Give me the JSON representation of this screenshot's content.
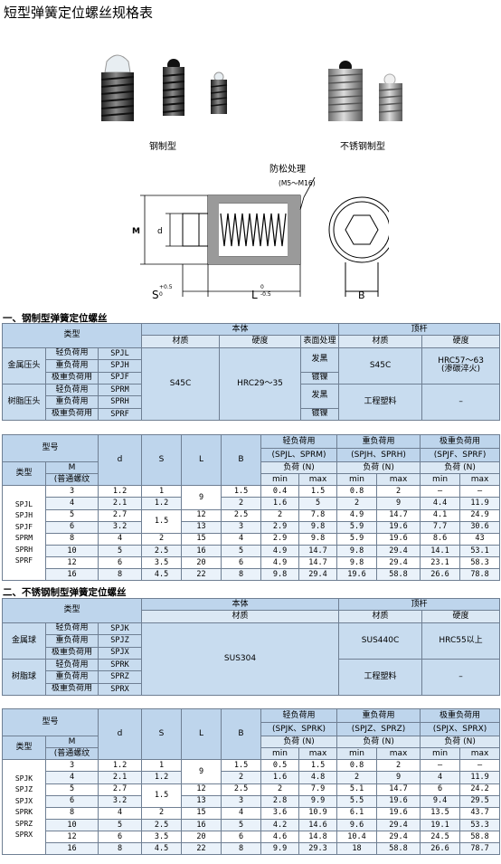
{
  "title": "短型弹簧定位螺丝规格表",
  "photo_captions": {
    "steel": "钢制型",
    "stainless": "不锈钢制型"
  },
  "diagram": {
    "anti_loose": "防松处理",
    "range": "(M5～M16)",
    "M": "M",
    "d": "d",
    "S": "S",
    "S_tol_up": "+0.5",
    "S_tol_dn": "0",
    "L": "L",
    "L_tol_up": "0",
    "L_tol_dn": "-0.5",
    "B": "B"
  },
  "section1": {
    "title": "一、钢制型弹簧定位螺丝",
    "material_table": {
      "type": "类型",
      "body": "本体",
      "pin": "顶杆",
      "material": "材质",
      "hardness": "硬度",
      "surface": "表面处理",
      "groups": [
        {
          "name": "金属压头",
          "rows": [
            [
              "轻负荷用",
              "SPJL"
            ],
            [
              "重负荷用",
              "SPJH"
            ],
            [
              "极重负荷用",
              "SPJF"
            ]
          ]
        },
        {
          "name": "树脂压头",
          "rows": [
            [
              "轻负荷用",
              "SPRM"
            ],
            [
              "重负荷用",
              "SPRH"
            ],
            [
              "极重负荷用",
              "SPRF"
            ]
          ]
        }
      ],
      "body_material": "S45C",
      "body_hardness": "HRC29～35",
      "surface_values": [
        "发黑",
        "镀镍",
        "发黑",
        "镀镍"
      ],
      "pin_material_metal": "S45C",
      "pin_hardness_metal": [
        "HRC57～63",
        "(渗碳淬火)"
      ],
      "pin_material_resin": "工程塑料",
      "pin_hardness_resin": "–"
    },
    "spec_table": {
      "model": "型号",
      "type": "类型",
      "M": "M",
      "M_sub": "(普通螺纹",
      "d": "d",
      "S": "S",
      "L": "L",
      "B": "B",
      "load_light": "轻负荷用",
      "light_codes": "(SPJL、SPRM)",
      "load_heavy": "重负荷用",
      "heavy_codes": "(SPJH、SPRH)",
      "load_xheavy": "极重负荷用",
      "xheavy_codes": "(SPJF、SPRF)",
      "load_unit": "负荷 (N)",
      "min": "min",
      "max": "max",
      "types": [
        "SPJL",
        "SPJH",
        "SPJF",
        "SPRM",
        "SPRH",
        "SPRF"
      ],
      "rows": [
        [
          "3",
          "1.2",
          "1",
          "",
          "1.5",
          "0.4",
          "1.5",
          "0.8",
          "2",
          "–",
          "–"
        ],
        [
          "4",
          "2.1",
          "1.2",
          "",
          "2",
          "1.6",
          "5",
          "2",
          "9",
          "4.4",
          "11.9"
        ],
        [
          "5",
          "2.7",
          "",
          "12",
          "2.5",
          "2",
          "7.8",
          "4.9",
          "14.7",
          "4.1",
          "24.9"
        ],
        [
          "6",
          "3.2",
          "",
          "13",
          "3",
          "2.9",
          "9.8",
          "5.9",
          "19.6",
          "7.7",
          "30.6"
        ],
        [
          "8",
          "4",
          "2",
          "15",
          "4",
          "2.9",
          "9.8",
          "5.9",
          "19.6",
          "8.6",
          "43"
        ],
        [
          "10",
          "5",
          "2.5",
          "16",
          "5",
          "4.9",
          "14.7",
          "9.8",
          "29.4",
          "14.1",
          "53.1"
        ],
        [
          "12",
          "6",
          "3.5",
          "20",
          "6",
          "4.9",
          "14.7",
          "9.8",
          "29.4",
          "23.1",
          "58.3"
        ],
        [
          "16",
          "8",
          "4.5",
          "22",
          "8",
          "9.8",
          "29.4",
          "19.6",
          "58.8",
          "26.6",
          "78.8"
        ]
      ],
      "merged_L": "9",
      "merged_S": "1.5"
    }
  },
  "section2": {
    "title": "二、不锈钢制型弹簧定位螺丝",
    "material_table": {
      "type": "类型",
      "body": "本体",
      "pin": "顶杆",
      "material": "材质",
      "hardness": "硬度",
      "groups": [
        {
          "name": "金属球",
          "rows": [
            [
              "轻负荷用",
              "SPJK"
            ],
            [
              "重负荷用",
              "SPJZ"
            ],
            [
              "极重负荷用",
              "SPJX"
            ]
          ]
        },
        {
          "name": "树脂球",
          "rows": [
            [
              "轻负荷用",
              "SPRK"
            ],
            [
              "重负荷用",
              "SPRZ"
            ],
            [
              "极重负荷用",
              "SPRX"
            ]
          ]
        }
      ],
      "body_material": "SUS304",
      "pin_material_metal": "SUS440C",
      "pin_hardness_metal": "HRC55以上",
      "pin_material_resin": "工程塑料",
      "pin_hardness_resin": "–"
    },
    "spec_table": {
      "model": "型号",
      "type": "类型",
      "M": "M",
      "M_sub": "(普通螺纹",
      "d": "d",
      "S": "S",
      "L": "L",
      "B": "B",
      "load_light": "轻负荷用",
      "light_codes": "(SPJK、SPRK)",
      "load_heavy": "重负荷用",
      "heavy_codes": "(SPJZ、SPRZ)",
      "load_xheavy": "极重负荷用",
      "xheavy_codes": "(SPJX、SPRX)",
      "load_unit": "负荷 (N)",
      "min": "min",
      "max": "max",
      "types": [
        "SPJK",
        "SPJZ",
        "SPJX",
        "SPRK",
        "SPRZ",
        "SPRX"
      ],
      "rows": [
        [
          "3",
          "1.2",
          "1",
          "",
          "1.5",
          "0.5",
          "1.5",
          "0.8",
          "2",
          "–",
          "–"
        ],
        [
          "4",
          "2.1",
          "1.2",
          "",
          "2",
          "1.6",
          "4.8",
          "2",
          "9",
          "4",
          "11.9"
        ],
        [
          "5",
          "2.7",
          "",
          "12",
          "2.5",
          "2",
          "7.9",
          "5.1",
          "14.7",
          "6",
          "24.2"
        ],
        [
          "6",
          "3.2",
          "",
          "13",
          "3",
          "2.8",
          "9.9",
          "5.5",
          "19.6",
          "9.4",
          "29.5"
        ],
        [
          "8",
          "4",
          "2",
          "15",
          "4",
          "3.6",
          "10.9",
          "6.1",
          "19.6",
          "13.5",
          "43.7"
        ],
        [
          "10",
          "5",
          "2.5",
          "16",
          "5",
          "4.2",
          "14.6",
          "9.6",
          "29.4",
          "19.1",
          "53.3"
        ],
        [
          "12",
          "6",
          "3.5",
          "20",
          "6",
          "4.6",
          "14.8",
          "10.4",
          "29.4",
          "24.5",
          "58.8"
        ],
        [
          "16",
          "8",
          "4.5",
          "22",
          "8",
          "9.9",
          "29.3",
          "18",
          "58.8",
          "26.6",
          "78.7"
        ]
      ],
      "merged_L": "9",
      "merged_S": "1.5"
    }
  },
  "colors": {
    "header": "#bed5ec",
    "subheader": "#dbe8f4",
    "border": "#6f7f93",
    "row_alt": "#eaf2fa"
  }
}
